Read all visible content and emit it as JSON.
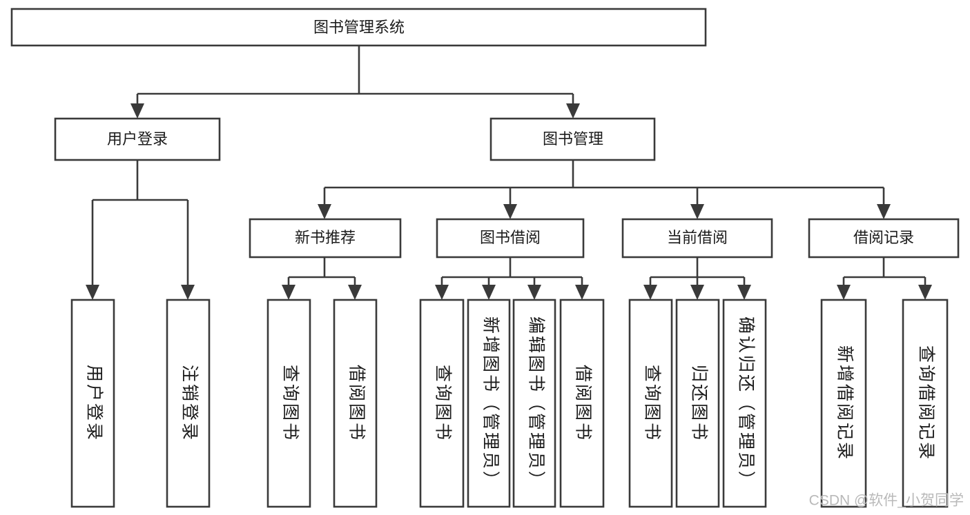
{
  "diagram": {
    "title": "图书管理系统",
    "type": "tree",
    "orientation": "top-down",
    "colors": {
      "background": "#ffffff",
      "box_fill": "#ffffff",
      "box_stroke": "#3a3a3a",
      "connector": "#3a3a3a",
      "label": "#1b1b1b",
      "watermark": "#b9b9b9"
    }
  },
  "nodes": {
    "root": {
      "label": "图书管理系统",
      "level": 1,
      "orientation": "horizontal"
    },
    "level2": [
      {
        "label": "用户登录",
        "orientation": "horizontal"
      },
      {
        "label": "图书管理",
        "orientation": "horizontal"
      }
    ],
    "level3": [
      {
        "label": "新书推荐",
        "orientation": "horizontal"
      },
      {
        "label": "图书借阅",
        "orientation": "horizontal"
      },
      {
        "label": "当前借阅",
        "orientation": "horizontal"
      },
      {
        "label": "借阅记录",
        "orientation": "horizontal"
      }
    ],
    "leaves": [
      {
        "label": "用户登录",
        "orientation": "vertical",
        "parent": "用户登录"
      },
      {
        "label": "注销登录",
        "orientation": "vertical",
        "parent": "用户登录"
      },
      {
        "label": "查询图书",
        "orientation": "vertical",
        "parent": "新书推荐"
      },
      {
        "label": "借阅图书",
        "orientation": "vertical",
        "parent": "新书推荐"
      },
      {
        "label": "查询图书",
        "orientation": "vertical",
        "parent": "图书借阅"
      },
      {
        "label": "新增图书（管理员）",
        "orientation": "vertical",
        "parent": "图书借阅"
      },
      {
        "label": "编辑图书（管理员）",
        "orientation": "vertical",
        "parent": "图书借阅"
      },
      {
        "label": "借阅图书",
        "orientation": "vertical",
        "parent": "图书借阅"
      },
      {
        "label": "查询图书",
        "orientation": "vertical",
        "parent": "当前借阅"
      },
      {
        "label": "归还图书",
        "orientation": "vertical",
        "parent": "当前借阅"
      },
      {
        "label": "确认归还（管理员）",
        "orientation": "vertical",
        "parent": "当前借阅"
      },
      {
        "label": "新增借阅记录",
        "orientation": "vertical",
        "parent": "借阅记录"
      },
      {
        "label": "查询借阅记录",
        "orientation": "vertical",
        "parent": "借阅记录"
      }
    ]
  },
  "watermark": {
    "text": "CSDN @软件_小贺同学"
  }
}
